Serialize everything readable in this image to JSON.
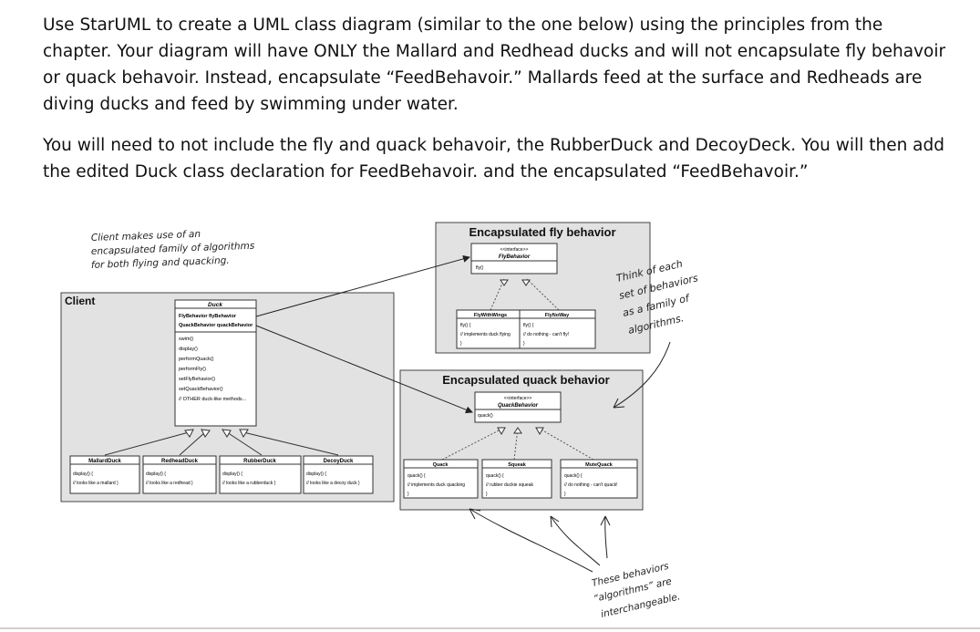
{
  "instructions": {
    "para1": "Use StarUML to create a UML class diagram (similar to the one below) using the principles from the chapter. Your diagram will have ONLY the Mallard and Redhead ducks and will not encapsulate fly behavoir or quack behavoir. Instead, encapsulate “FeedBehavoir.” Mallards feed at the surface and Redheads are diving ducks and feed by swimming under water.",
    "para2": "You will need to not include the fly and quack behavoir, the RubberDuck and DecoyDeck. You will then add the edited Duck class declaration for FeedBehavoir. and the encapsulated “FeedBehavoir.”"
  },
  "figure": {
    "client_note": [
      "Client makes use of an",
      "encapsulated family of algorithms",
      "for both flying and quacking."
    ],
    "client_label": "Client",
    "duck": {
      "name": "Duck",
      "fields": [
        "FlyBehavior flyBehavior",
        "QuackBehavior quackBehavior"
      ],
      "methods": [
        "swim()",
        "display()",
        "performQuack()",
        "performFly()",
        "setFlyBehavior()",
        "setQuackBehavior()",
        "// OTHER duck-like methods..."
      ]
    },
    "subclasses": [
      {
        "name": "MallardDuck",
        "lines": [
          "display() {",
          "// looks like a mallard }"
        ]
      },
      {
        "name": "RedheadDuck",
        "lines": [
          "display() {",
          "// looks like a redhead }"
        ]
      },
      {
        "name": "RubberDuck",
        "lines": [
          "display() {",
          "// looks like a rubberduck }"
        ]
      },
      {
        "name": "DecoyDuck",
        "lines": [
          "display() {",
          "// looks like a decoy duck }"
        ]
      }
    ],
    "fly": {
      "title": "Encapsulated fly behavior",
      "stereotype": "<<interface>>",
      "iface": "FlyBehavior",
      "op": "fly()",
      "impls": [
        {
          "name": "FlyWithWings",
          "lines": [
            "fly() {",
            "// implements duck flying",
            "}"
          ]
        },
        {
          "name": "FlyNoWay",
          "lines": [
            "fly() {",
            "// do nothing - can't fly!",
            "}"
          ]
        }
      ]
    },
    "quack": {
      "title": "Encapsulated quack behavior",
      "stereotype": "<<interface>>",
      "iface": "QuackBehavior",
      "op": "quack()",
      "impls": [
        {
          "name": "Quack",
          "lines": [
            "quack() {",
            "// implements duck quacking",
            "}"
          ]
        },
        {
          "name": "Squeak",
          "lines": [
            "quack() {",
            "// rubber duckie squeak",
            "}"
          ]
        },
        {
          "name": "MuteQuack",
          "lines": [
            "quack() {",
            "// do nothing - can't quack!",
            "}"
          ]
        }
      ]
    },
    "family_note": [
      "Think of each",
      "set of behaviors",
      "as a family of",
      "algorithms."
    ],
    "interchange_note": [
      "These behaviors",
      "“algorithms” are",
      "interchangeable."
    ]
  }
}
